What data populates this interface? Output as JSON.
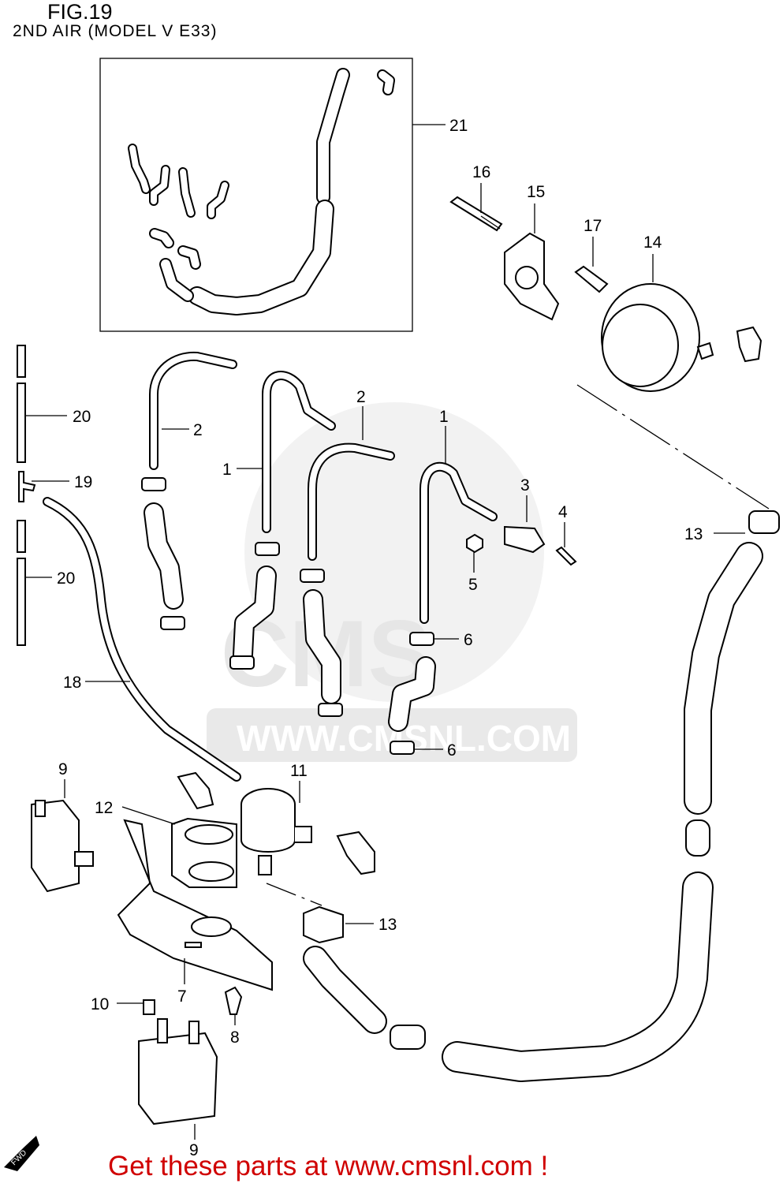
{
  "header": {
    "figure": "FIG.19",
    "subtitle": "2ND AIR (MODEL V E33)"
  },
  "watermark": {
    "logo": "CMS",
    "url": "WWW.CMSNL.COM"
  },
  "callouts": {
    "c21": "21",
    "c16": "16",
    "c15": "15",
    "c17": "17",
    "c14": "14",
    "c20a": "20",
    "c2a": "2",
    "c2b": "2",
    "c1a": "1",
    "c1b": "1",
    "c19": "19",
    "c3": "3",
    "c4": "4",
    "c5": "5",
    "c13a": "13",
    "c20b": "20",
    "c6a": "6",
    "c18": "18",
    "c6b": "6",
    "c9a": "9",
    "c11": "11",
    "c12": "12",
    "c13b": "13",
    "c7": "7",
    "c10": "10",
    "c8": "8",
    "c9b": "9"
  },
  "fwd_mark": "FWD",
  "footer": {
    "promo": "Get these parts at www.cmsnl.com !"
  }
}
